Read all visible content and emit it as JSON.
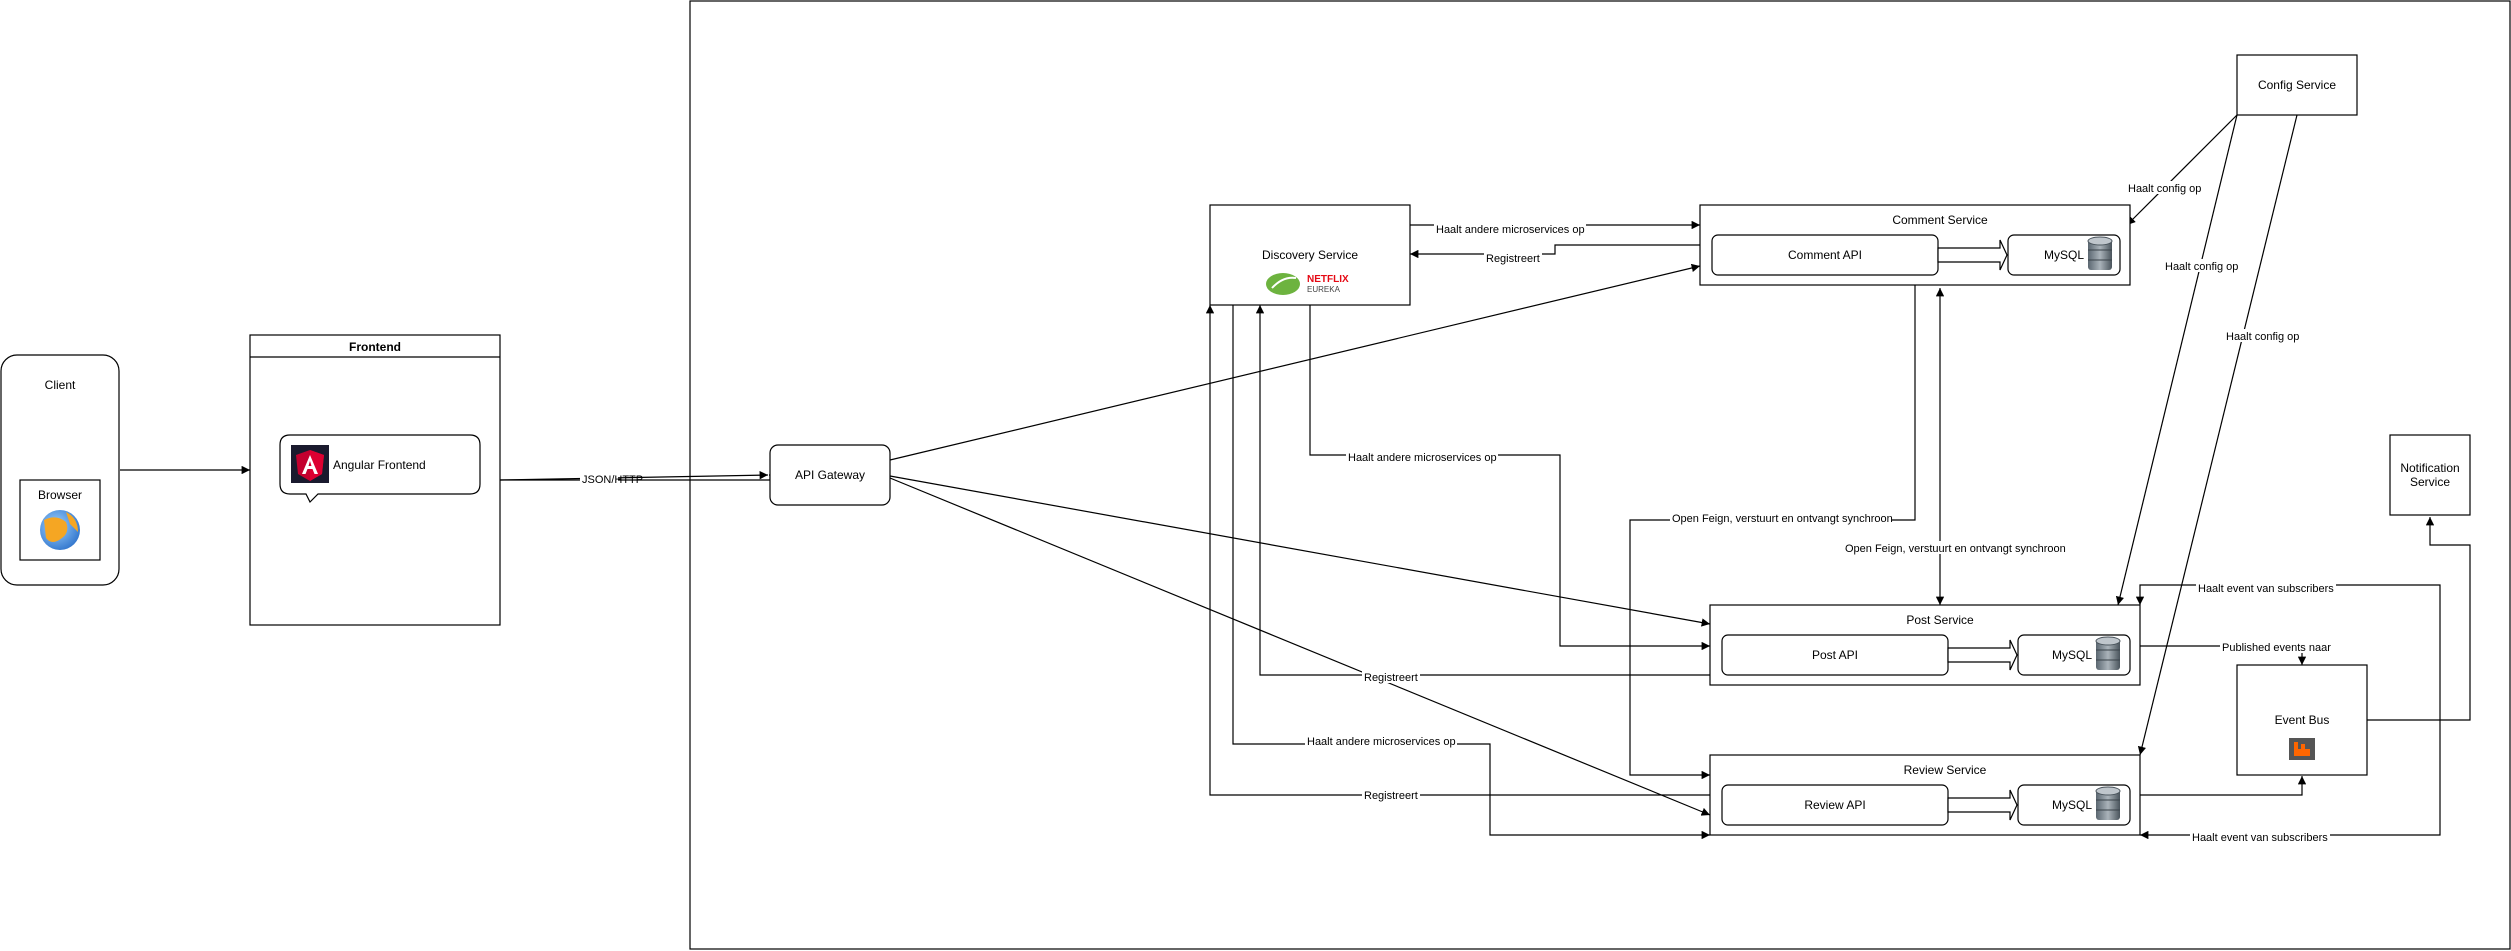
{
  "client": {
    "title": "Client",
    "browser_label": "Browser"
  },
  "frontend": {
    "title": "Frontend",
    "angular_label": "Angular Frontend"
  },
  "api_gateway": {
    "label": "API Gateway"
  },
  "discovery": {
    "label": "Discovery  Service",
    "eureka_brand": "NETFLIX",
    "eureka_sub": "EUREKA"
  },
  "config": {
    "label": "Config Service"
  },
  "notification": {
    "line1": "Notification",
    "line2": "Service"
  },
  "comment": {
    "title": "Comment Service",
    "api": "Comment API",
    "db": "MySQL"
  },
  "post": {
    "title": "Post Service",
    "api": "Post API",
    "db": "MySQL"
  },
  "review": {
    "title": "Review Service",
    "api": "Review API",
    "db": "MySQL"
  },
  "event_bus": {
    "label": "Event Bus"
  },
  "edge_labels": {
    "json_http": "JSON/HTTP",
    "fetch_ms_comment": "Haalt andere microservices op",
    "registers_comment": "Registreert",
    "fetch_ms_post": "Haalt andere microservices op",
    "fetch_ms_review": "Haalt andere microservices op",
    "registers_post": "Registreert",
    "registers_review": "Registreert",
    "config_1": "Haalt config op",
    "config_2": "Haalt config op",
    "config_3": "Haalt config op",
    "feign_1": "Open Feign, verstuurt en ontvangt synchroon",
    "feign_2": "Open Feign, verstuurt en ontvangt synchroon",
    "published_events": "Published events naar",
    "subscribers_post": "Haalt event van subscribers",
    "subscribers_review": "Haalt event van subscribers"
  },
  "colors": {
    "line": "#000000",
    "background": "#ffffff",
    "angular": "#dd0031",
    "eureka_red": "#e50914",
    "spring_green": "#6db33f",
    "rabbit_orange": "#ff6600"
  }
}
